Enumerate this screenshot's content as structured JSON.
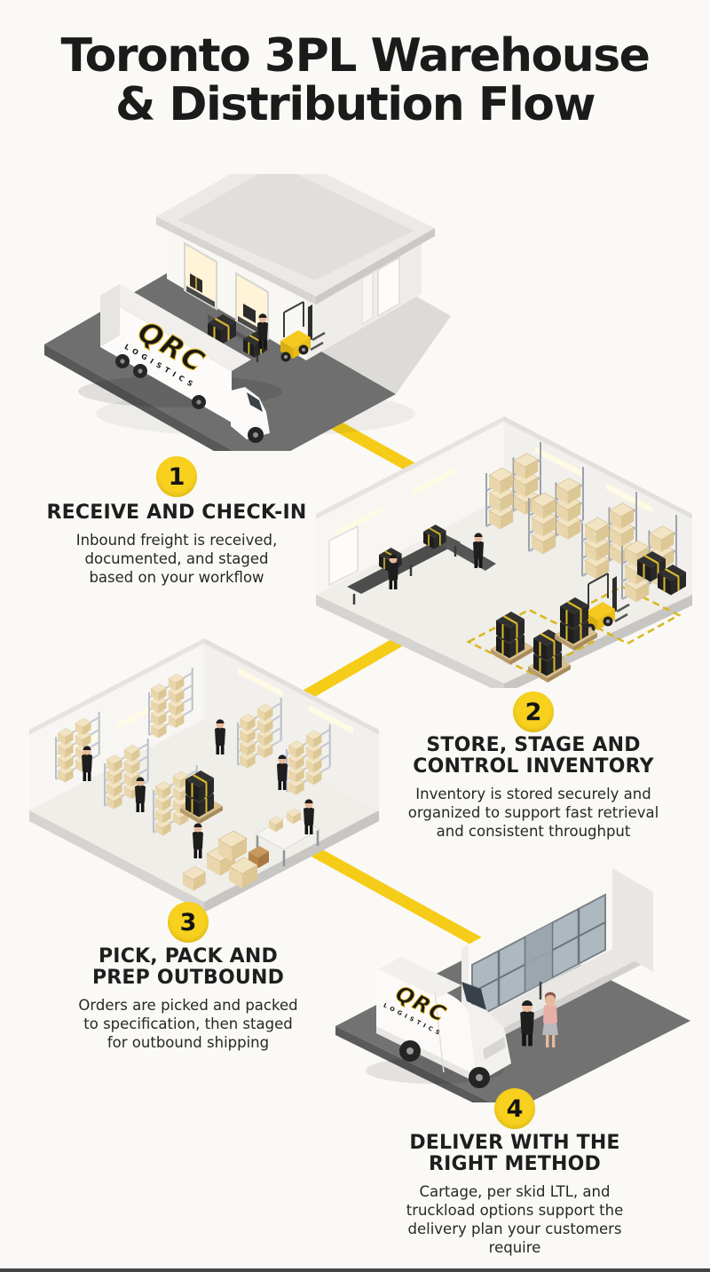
{
  "title": {
    "line1": "Toronto 3PL Warehouse",
    "line2": "& Distribution Flow"
  },
  "brand": {
    "name": "QRC",
    "tagline": "LOGISTICS"
  },
  "colors": {
    "accent_yellow": "#F5CC17",
    "badge_yellow": "#F7D11E",
    "text_dark": "#1E1E1E",
    "background": "#FAF9F6"
  },
  "steps": [
    {
      "number": "1",
      "title_lines": [
        "RECEIVE AND CHECK-IN"
      ],
      "desc_lines": [
        "Inbound freight is received,",
        "documented, and staged",
        "based on your workflow"
      ],
      "illustration": "semi-truck-at-receiving-dock"
    },
    {
      "number": "2",
      "title_lines": [
        "STORE, STAGE AND",
        "CONTROL INVENTORY"
      ],
      "desc_lines": [
        "Inventory is stored securely and",
        "organized to support fast retrieval",
        "and consistent throughput"
      ],
      "illustration": "warehouse-storage-interior"
    },
    {
      "number": "3",
      "title_lines": [
        "PICK, PACK AND",
        "PREP OUTBOUND"
      ],
      "desc_lines": [
        "Orders are picked and packed",
        "to specification, then staged",
        "for outbound shipping"
      ],
      "illustration": "pick-pack-room"
    },
    {
      "number": "4",
      "title_lines": [
        "DELIVER WITH THE",
        "RIGHT METHOD"
      ],
      "desc_lines": [
        "Cartage, per skid LTL, and",
        "truckload options support the",
        "delivery plan your customers",
        "require"
      ],
      "illustration": "delivery-van-at-storefront"
    }
  ]
}
